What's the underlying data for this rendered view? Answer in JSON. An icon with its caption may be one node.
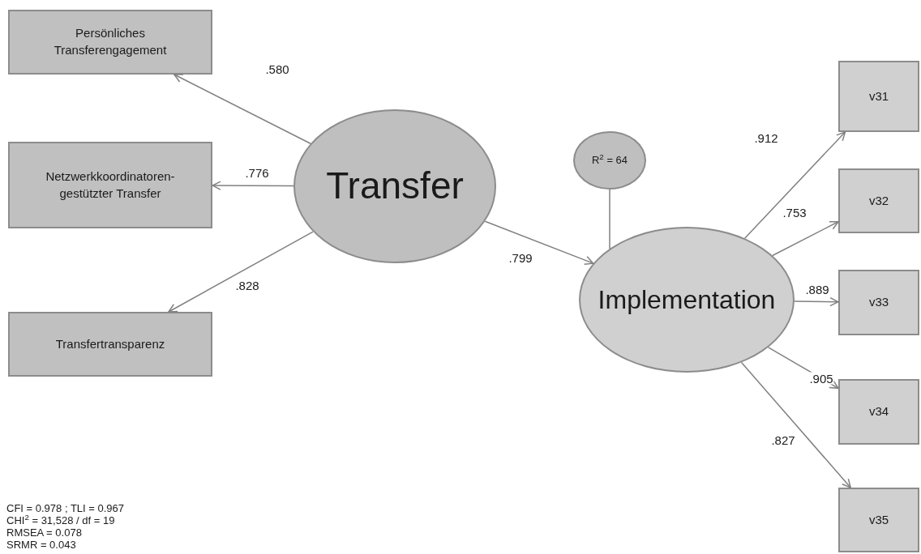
{
  "diagram": {
    "nodes": [
      {
        "text": [
          "Persönliches Transferengagement"
        ]
      },
      {
        "text": [
          "Netzwerkkoordinatoren-gestützter Transfer"
        ]
      },
      {
        "text": [
          "Transfertransparenz"
        ]
      },
      {
        "text": [
          "Transfer"
        ]
      },
      {
        "text": [
          "R$^{2}$ = 64"
        ]
      },
      {
        "text": [
          "Implementation"
        ]
      },
      {
        "text": [
          "v31"
        ]
      },
      {
        "text": [
          "v32"
        ]
      },
      {
        "text": [
          "v33"
        ]
      },
      {
        "text": [
          "v34"
        ]
      },
      {
        "text": [
          "v35"
        ]
      }
    ],
    "edges": [
      {
        "from": 3,
        "to": 0,
        "arrow": "to",
        "label": ".580"
      },
      {
        "from": 3,
        "to": 1,
        "arrow": "to",
        "label": ".776"
      },
      {
        "from": 3,
        "to": 2,
        "arrow": "to",
        "label": ".828"
      },
      {
        "from": 3,
        "to": 5,
        "arrow": "to",
        "label": ".799"
      },
      {
        "from": 4,
        "to": 5,
        "arrow": "none"
      },
      {
        "from": 5,
        "to": 6,
        "arrow": "to",
        "label": ".912"
      },
      {
        "from": 5,
        "to": 7,
        "arrow": "to",
        "label": ".753"
      },
      {
        "from": 5,
        "to": 8,
        "arrow": "to",
        "label": ".889"
      },
      {
        "from": 5,
        "to": 9,
        "arrow": "to",
        "label": ".905"
      },
      {
        "from": 5,
        "to": 10,
        "arrow": "to",
        "label": ".827"
      }
    ],
    "labels": [
      "CFI = 0.978 ; TLI = 0.967",
      "CHI$^{2}$ = 31,528 / df = 19",
      "RMSEA = 0.078",
      "SRMR = 0.043"
    ]
  }
}
